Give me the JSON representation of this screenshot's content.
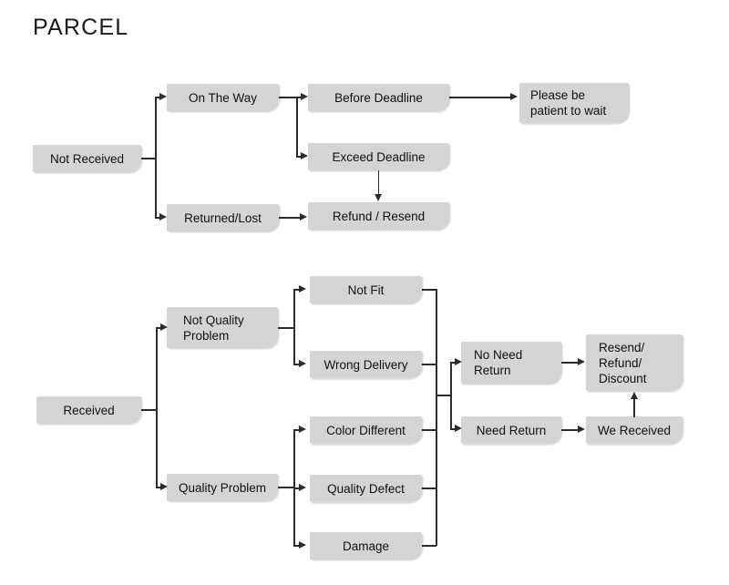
{
  "title": "PARCEL",
  "colors": {
    "node_fill": "#d4d4d4",
    "node_text": "#111111",
    "connector": "#2b2b2b",
    "background": "#ffffff"
  },
  "diagram": {
    "type": "flowchart",
    "orientation": "left-to-right",
    "branches": [
      {
        "name": "not-received",
        "root": "Not Received",
        "levels": [
          [
            "On The Way",
            "Returned/Lost"
          ],
          [
            "Before Deadline",
            "Exceed Deadline",
            "Refund / Resend"
          ],
          [
            "Please be\npatient to wait"
          ]
        ]
      },
      {
        "name": "received",
        "root": "Received",
        "levels": [
          [
            "Not Quality\nProblem",
            "Quality Problem"
          ],
          [
            "Not Fit",
            "Wrong Delivery",
            "Color Different",
            "Quality Defect",
            "Damage"
          ],
          [
            "No Need\nReturn",
            "Need Return"
          ],
          [
            "Resend/\nRefund/\nDiscount",
            "We Received"
          ]
        ]
      }
    ]
  },
  "nodes": {
    "not_received": "Not Received",
    "on_the_way": "On The Way",
    "returned_lost": "Returned/Lost",
    "before_deadline": "Before Deadline",
    "exceed_deadline": "Exceed Deadline",
    "refund_resend": "Refund / Resend",
    "please_be_patient": "Please be\npatient to wait",
    "received": "Received",
    "not_quality_problem": "Not Quality\nProblem",
    "quality_problem": "Quality Problem",
    "not_fit": "Not Fit",
    "wrong_delivery": "Wrong Delivery",
    "color_different": "Color Different",
    "quality_defect": "Quality Defect",
    "damage": "Damage",
    "no_need_return": "No Need\nReturn",
    "need_return": "Need Return",
    "resend_refund_discount": "Resend/\nRefund/\nDiscount",
    "we_received": "We Received"
  },
  "edges": [
    {
      "from": "Not Received",
      "to": "On The Way"
    },
    {
      "from": "Not Received",
      "to": "Returned/Lost"
    },
    {
      "from": "On The Way",
      "to": "Before Deadline"
    },
    {
      "from": "On The Way",
      "to": "Exceed Deadline"
    },
    {
      "from": "Before Deadline",
      "to": "Please be patient to wait"
    },
    {
      "from": "Exceed Deadline",
      "to": "Refund / Resend"
    },
    {
      "from": "Returned/Lost",
      "to": "Refund / Resend"
    },
    {
      "from": "Received",
      "to": "Not Quality Problem"
    },
    {
      "from": "Received",
      "to": "Quality Problem"
    },
    {
      "from": "Not Quality Problem",
      "to": "Not Fit"
    },
    {
      "from": "Not Quality Problem",
      "to": "Wrong Delivery"
    },
    {
      "from": "Quality Problem",
      "to": "Color Different"
    },
    {
      "from": "Quality Problem",
      "to": "Quality Defect"
    },
    {
      "from": "Quality Problem",
      "to": "Damage"
    },
    {
      "from": "Not Fit",
      "to": "No Need Return"
    },
    {
      "from": "Wrong Delivery",
      "to": "No Need Return"
    },
    {
      "from": "Color Different",
      "to": "Need Return"
    },
    {
      "from": "Quality Defect",
      "to": "Need Return"
    },
    {
      "from": "Damage",
      "to": "Need Return"
    },
    {
      "from": "No Need Return",
      "to": "Resend/ Refund/ Discount"
    },
    {
      "from": "Need Return",
      "to": "We Received"
    },
    {
      "from": "We Received",
      "to": "Resend/ Refund/ Discount"
    }
  ]
}
